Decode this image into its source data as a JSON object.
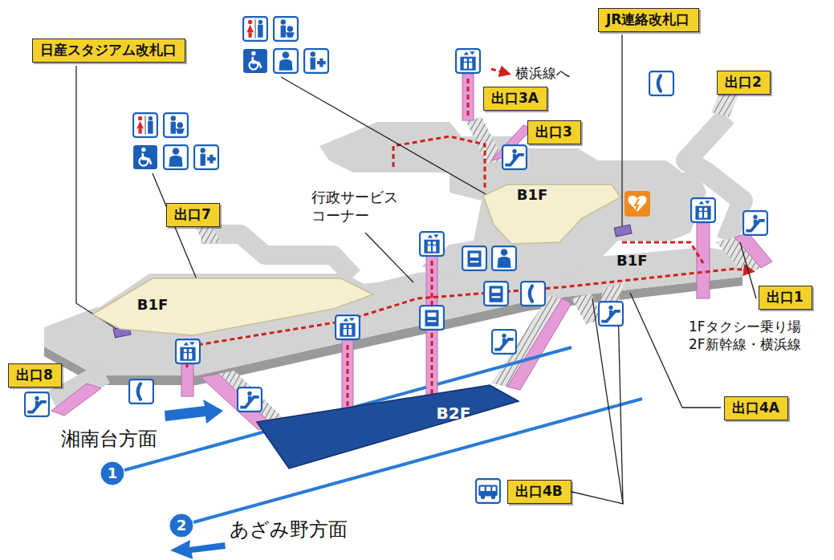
{
  "diagram": {
    "nodes": [
      {
        "text": [
          "日産スタジアム改札口"
        ]
      },
      {
        "text": [
          "JR連絡改札口"
        ]
      },
      {
        "text": [
          "出口2"
        ]
      },
      {
        "text": [
          "出口3A"
        ]
      },
      {
        "text": [
          "出口3"
        ]
      },
      {
        "text": [
          "B1F"
        ]
      },
      {
        "text": [
          "出口7"
        ]
      },
      {
        "text": [
          "B1F"
        ]
      },
      {
        "text": [
          "出口1"
        ]
      },
      {
        "text": [
          "出口8"
        ]
      },
      {
        "text": [
          "B2F"
        ]
      },
      {
        "text": [
          "出口4A"
        ]
      },
      {
        "text": [
          "1"
        ]
      },
      {
        "text": [
          "出口4B"
        ]
      },
      {
        "text": [
          "2"
        ]
      }
    ],
    "labels": [
      "横浜線へ",
      "行政サービス コーナー",
      "B1F",
      "1Fタクシー乗り場 2F新幹線・横浜線",
      "湘南台方面",
      "あざみ野方面"
    ]
  }
}
